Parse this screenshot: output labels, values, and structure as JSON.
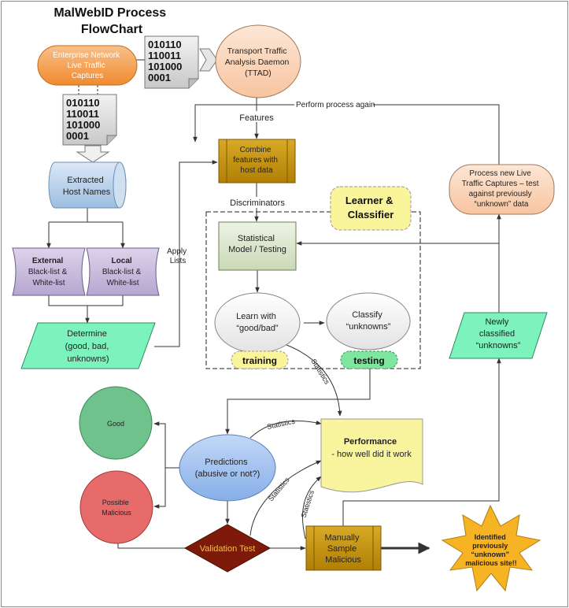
{
  "title": [
    "MalWebID Process",
    "FlowChart"
  ],
  "nodes": {
    "enterprise": [
      "Enterprise Network",
      "Live Traffic",
      "Captures"
    ],
    "binary_top": [
      "010110",
      "110011",
      "101000",
      "0001"
    ],
    "binary_left": [
      "010110",
      "110011",
      "101000",
      "0001"
    ],
    "ttad": [
      "Transport Traffic",
      "Analysis Daemon",
      "(TTAD)"
    ],
    "extracted": [
      "Extracted",
      "Host Names"
    ],
    "combine": [
      "Combine",
      "features with",
      "host data"
    ],
    "process_new": [
      "Process new Live",
      "Traffic Captures – test",
      "against previously",
      "“unknown” data"
    ],
    "learner": [
      "Learner &",
      "Classifier"
    ],
    "statistical": [
      "Statistical",
      "Model / Testing"
    ],
    "external": {
      "bold": "External",
      "lines": [
        "Black-list &",
        "White-list"
      ]
    },
    "local": {
      "bold": "Local",
      "lines": [
        "Black-list &",
        "White-list"
      ]
    },
    "learn": [
      "Learn with",
      "“good/bad”"
    ],
    "classify": [
      "Classify",
      "“unknowns”"
    ],
    "newly": [
      "Newly",
      "classified",
      "“unknowns”"
    ],
    "determine": [
      "Determine",
      "(good, bad,",
      "unknowns)"
    ],
    "training": "training",
    "testing": "testing",
    "good": "Good",
    "possible": [
      "Possible",
      "Malicious"
    ],
    "predictions": [
      "Predictions",
      "(abusive or not?)"
    ],
    "performance": {
      "bold": "Performance",
      "sub": "- how well did it work"
    },
    "validation": "Validation Test",
    "manual": [
      "Manually",
      "Sample",
      "Malicious"
    ],
    "identified": [
      "Identified",
      "previously",
      "“unknown”",
      "malicious site!!"
    ]
  },
  "edge_labels": {
    "perform_again": "Perform process again",
    "features": "Features",
    "discriminators": "Discriminators",
    "apply_lists": [
      "Apply",
      "Lists"
    ],
    "statistics": "Statistics"
  },
  "colors": {
    "orange": "#f7a35c",
    "peach": "#fbd3b7",
    "blue_cyl": "#b8d1ea",
    "gold": "#c6930a",
    "lavender": "#c5b9db",
    "green_para": "#79f2b9",
    "gray_box": "#d7e3c7",
    "yellow": "#f8f59e",
    "green_circle": "#6fc28c",
    "red_circle": "#e76b6b",
    "blue_ellipse": "#9ec1f0",
    "maroon": "#7d1a0a",
    "star": "#f6b324"
  }
}
